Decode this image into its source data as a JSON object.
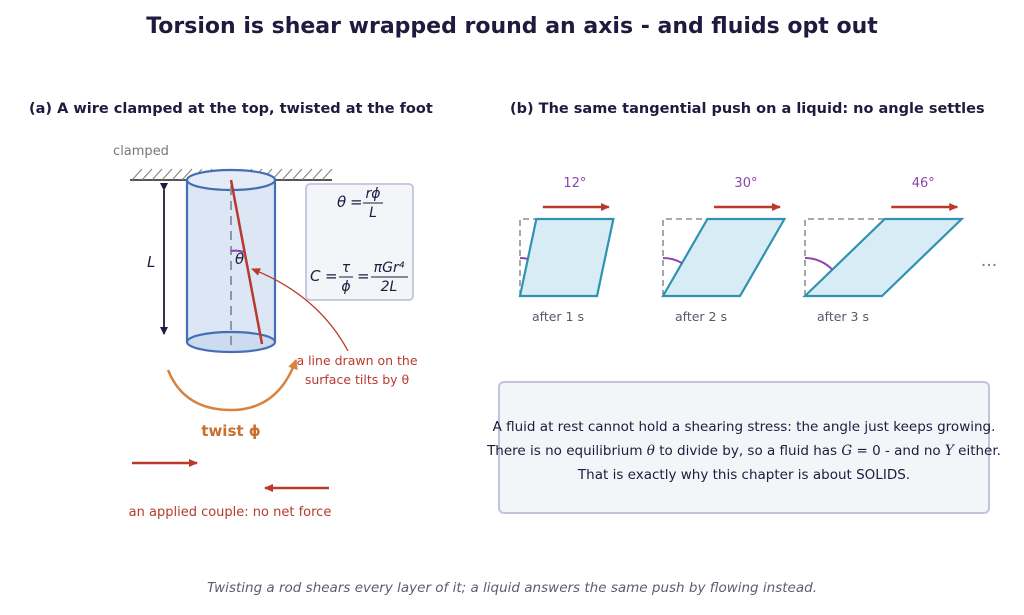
{
  "title": "Torsion is shear wrapped round an axis - and fluids opt out",
  "panel_a": {
    "heading": "(a) A wire clamped at the top, twisted at the foot",
    "clamped_label": "clamped",
    "length_label": "L",
    "angle_label": "θ",
    "formula_theta": {
      "lhs": "θ",
      "eq": "=",
      "num": "rϕ",
      "den": "L"
    },
    "formula_c": {
      "lhs": "C",
      "eq1": "=",
      "frac1_num": "τ",
      "frac1_den": "ϕ",
      "eq2": "=",
      "frac2_num": "πGr⁴",
      "frac2_den": "2L"
    },
    "line_note": [
      "a line drawn on the",
      "surface tilts by θ"
    ],
    "twist_label": "twist ϕ",
    "couple_label": "an applied couple: no net force"
  },
  "panel_b": {
    "heading": "(b) The same tangential push on a liquid: no angle settles",
    "frames": [
      {
        "angle": "12°",
        "time": "after 1 s",
        "shear_deg": 12
      },
      {
        "angle": "30°",
        "time": "after 2 s",
        "shear_deg": 30
      },
      {
        "angle": "46°",
        "time": "after 3 s",
        "shear_deg": 46
      }
    ],
    "ellipsis": "...",
    "note": {
      "line1": "A fluid at rest cannot hold a shearing stress: the angle just keeps growing.",
      "line2_pre": "There is no equilibrium ",
      "line2_theta": "θ",
      "line2_mid": " to divide by, so a fluid has ",
      "line2_g": "G",
      "line2_eq": " = 0 - and no ",
      "line2_y": "Y",
      "line2_post": " either.",
      "line3": "That is exactly why this chapter is about SOLIDS."
    }
  },
  "footer": "Twisting a rod shears every layer of it; a liquid answers the same push by flowing instead.",
  "colors": {
    "title": "#1e1b3f",
    "wire_fill": "#dce6f5",
    "wire_stroke": "#4470b3",
    "red": "#b83a2c",
    "orange": "#d9823e",
    "purple": "#8e44ad",
    "fluid_fill": "#d8ecf5",
    "fluid_stroke": "#2f93b0",
    "grey": "#777777"
  }
}
